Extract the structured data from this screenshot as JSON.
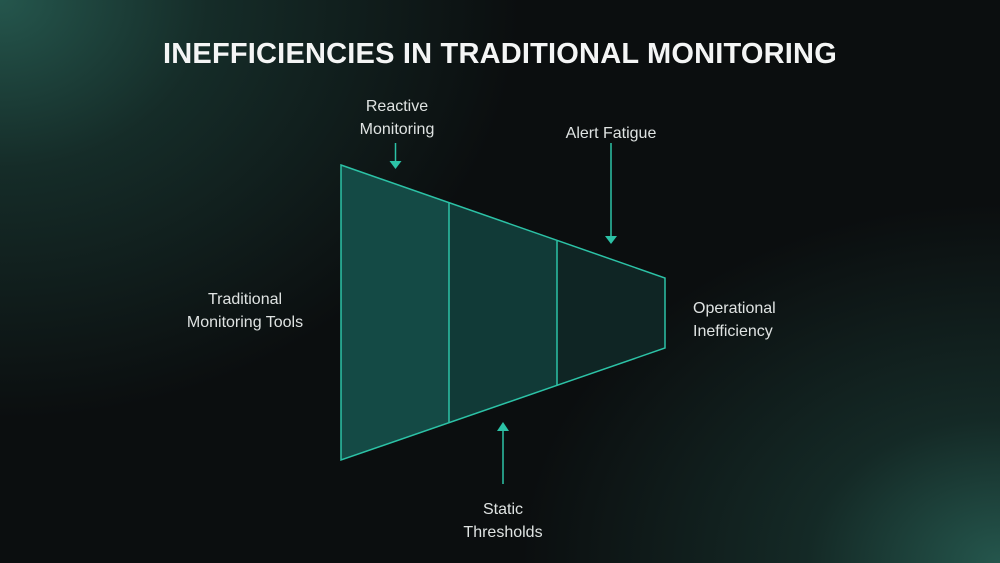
{
  "title": "INEFFICIENCIES IN TRADITIONAL MONITORING",
  "colors": {
    "accent": "#2cc2a6",
    "segment_1_fill": "#144a45",
    "segment_2_fill": "#113a37",
    "segment_3_fill": "#0f2524",
    "background": "#0b0e0f",
    "background_glow": "#265a50"
  },
  "diagram": {
    "type": "funnel",
    "segments": 3,
    "labels": {
      "left": {
        "line1": "Traditional",
        "line2": "Monitoring Tools"
      },
      "right": {
        "line1": "Operational",
        "line2": "Inefficiency"
      },
      "top_1": {
        "line1": "Reactive",
        "line2": "Monitoring"
      },
      "top_2": {
        "line1": "Alert Fatigue"
      },
      "bottom": {
        "line1": "Static",
        "line2": "Thresholds"
      }
    }
  }
}
